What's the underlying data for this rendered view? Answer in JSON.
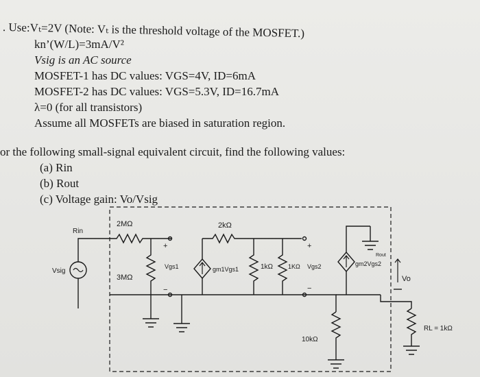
{
  "problem": {
    "l1": ". Use:Vₜ=2V  (Note: Vₜ is the threshold voltage of the MOSFET.)",
    "l2": "kn’(W/L)=3mA/V²",
    "l3": "Vsig is an AC source",
    "l4": "MOSFET-1 has DC values: VGS=4V, ID=6mA",
    "l5": "MOSFET-2 has DC values: VGS=5.3V, ID=16.7mA",
    "l6": "λ=0 (for all transistors)",
    "l7": "Assume all MOSFETs are biased in saturation region.",
    "l8": "or the following  small-signal equivalent circuit, find the following values:",
    "l9": "(a) Rin",
    "l10": "(b) Rout",
    "l11": "(c) Voltage gain: Vo/Vsig"
  },
  "circuit": {
    "rin_label": "Rin",
    "r_top1": "2MΩ",
    "r_top2": "2kΩ",
    "r_shunt1": "3MΩ",
    "vsig": "Vsig",
    "vgs1": "Vgs1",
    "gm1": "gm1Vgs1",
    "r_1k": "1kΩ",
    "r_1k_b": "1KΩ",
    "vgs2": "Vgs2",
    "gm2": "gm2Vgs2",
    "rout_label": "Rout",
    "vo": "Vo",
    "r_10k": "10kΩ",
    "rl": "RL = 1kΩ",
    "plus": "+",
    "minus": "−"
  }
}
